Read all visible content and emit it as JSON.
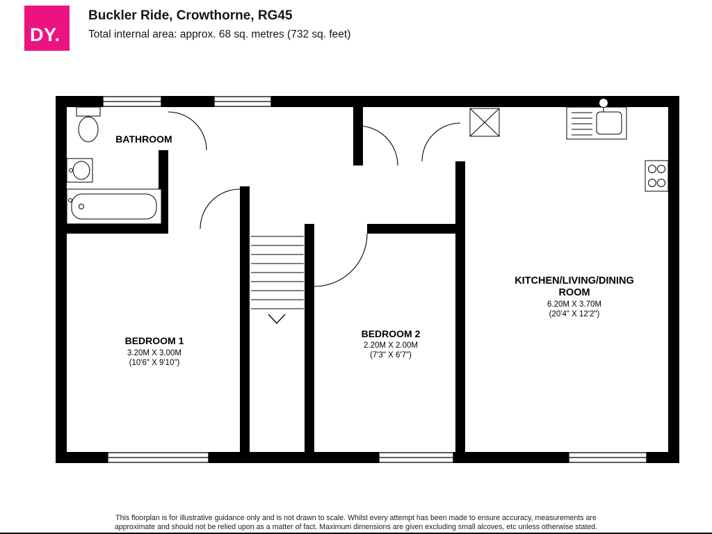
{
  "header": {
    "logo_text": "DY.",
    "title": "Buckler Ride, Crowthorne, RG45",
    "subtitle": "Total internal area: approx. 68 sq. metres (732 sq. feet)"
  },
  "plan": {
    "rooms": {
      "bathroom": {
        "name": "BATHROOM"
      },
      "bedroom1": {
        "name": "BEDROOM 1",
        "metric": "3.20M X 3.00M",
        "imperial": "(10'6\" X 9'10\")"
      },
      "bedroom2": {
        "name": "BEDROOM 2",
        "metric": "2.20M X 2.00M",
        "imperial": "(7'3\" X 6'7\")"
      },
      "kitchen": {
        "name_line1": "KITCHEN/LIVING/DINING",
        "name_line2": "ROOM",
        "metric": "6.20M X 3.70M",
        "imperial": "(20'4\" X 12'2\")"
      }
    },
    "fixtures": [
      "toilet",
      "basin",
      "bathtub",
      "stairs",
      "kitchen-sink",
      "hob",
      "cupboard"
    ]
  },
  "footer": {
    "disclaimer_line1": "This floorplan is for illustrative guidance only and is not drawn to scale. Whilst every attempt has been made to ensure accuracy, measurements are",
    "disclaimer_line2": "approximate and should not be relied upon as a matter of fact. Maximum dimensions are given excluding small alcoves, etc unless otherwise stated."
  },
  "colors": {
    "logo_pink": "#EC1380",
    "wall_black": "#000000"
  }
}
